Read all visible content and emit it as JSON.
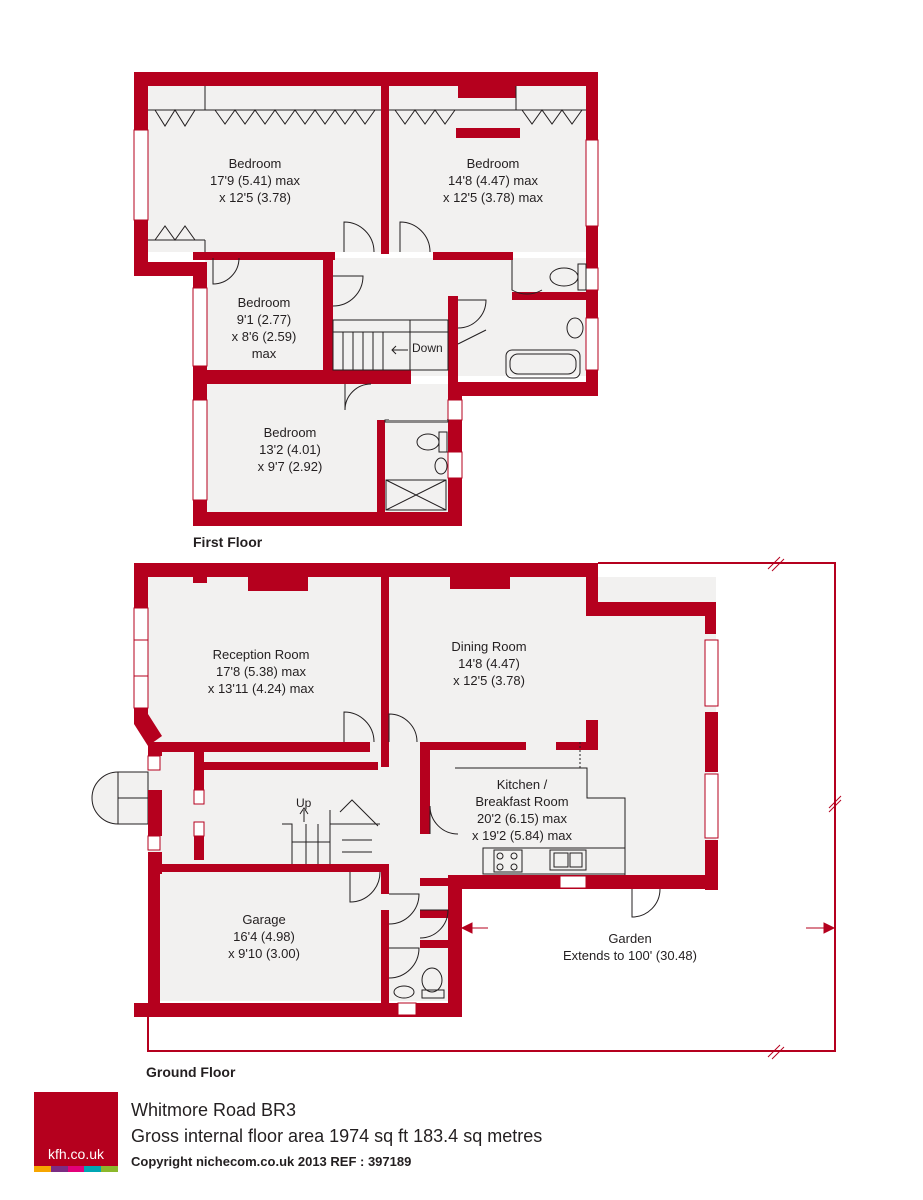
{
  "floors": [
    {
      "name": "First Floor"
    },
    {
      "name": "Ground Floor"
    }
  ],
  "rooms": {
    "bed1": {
      "name": "Bedroom",
      "dim1": "17'9 (5.41) max",
      "dim2": "x 12'5 (3.78)"
    },
    "bed2": {
      "name": "Bedroom",
      "dim1": "14'8 (4.47) max",
      "dim2": "x 12'5 (3.78) max"
    },
    "bed3": {
      "name": "Bedroom",
      "dim1": "9'1 (2.77)",
      "dim2": "x 8'6 (2.59)",
      "dim3": "max"
    },
    "bed4": {
      "name": "Bedroom",
      "dim1": "13'2 (4.01)",
      "dim2": "x 9'7 (2.92)"
    },
    "reception": {
      "name": "Reception Room",
      "dim1": "17'8 (5.38) max",
      "dim2": "x 13'11 (4.24) max"
    },
    "dining": {
      "name": "Dining Room",
      "dim1": "14'8 (4.47)",
      "dim2": "x 12'5 (3.78)"
    },
    "kitchen": {
      "name": "Kitchen /",
      "name2": "Breakfast Room",
      "dim1": "20'2 (6.15) max",
      "dim2": "x 19'2 (5.84) max"
    },
    "garage": {
      "name": "Garage",
      "dim1": "16'4 (4.98)",
      "dim2": "x 9'10 (3.00)"
    },
    "garden": {
      "name": "Garden",
      "dim1": "Extends to 100' (30.48)"
    }
  },
  "stairs": {
    "down": "Down",
    "up": "Up"
  },
  "footer": {
    "title": "Whitmore Road  BR3",
    "area": "Gross internal floor area 1974 sq ft 183.4 sq metres",
    "copyright": "Copyright nichecom.co.uk 2013     REF : 397189"
  },
  "logo": {
    "text": "kfh.co.uk",
    "bar_colors": [
      "#f7a600",
      "#7b2c83",
      "#e3007a",
      "#00a6b4",
      "#8cb82b"
    ]
  },
  "colors": {
    "wall": "#b5001e",
    "floor": "#f2f1f0",
    "text": "#231f20"
  }
}
